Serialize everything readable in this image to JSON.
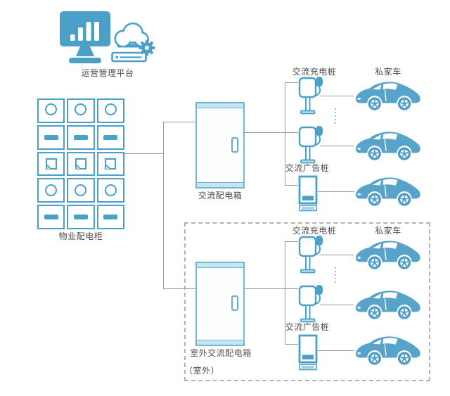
{
  "platform": {
    "label": "运营管理平台"
  },
  "property_cabinet": {
    "label": "物业配电柜"
  },
  "indoor": {
    "box_label": "交流配电箱",
    "pile_label": "交流充电桩",
    "car_label": "私家车",
    "ad_label": "交流广告桩"
  },
  "outdoor": {
    "box_label": "室外交流配电箱",
    "zone_label": "（室外）",
    "pile_label": "交流充电桩",
    "car_label": "私家车",
    "ad_label": "交流广告桩"
  },
  "colors": {
    "accent_blue": "#4ba0c8",
    "car_blue": "#57a3c9",
    "light_blue": "#c9e4f0",
    "connector_gray": "#9b9b9b",
    "dashed_gray": "#b3b3b3",
    "text_gray": "#4d4d4d"
  }
}
